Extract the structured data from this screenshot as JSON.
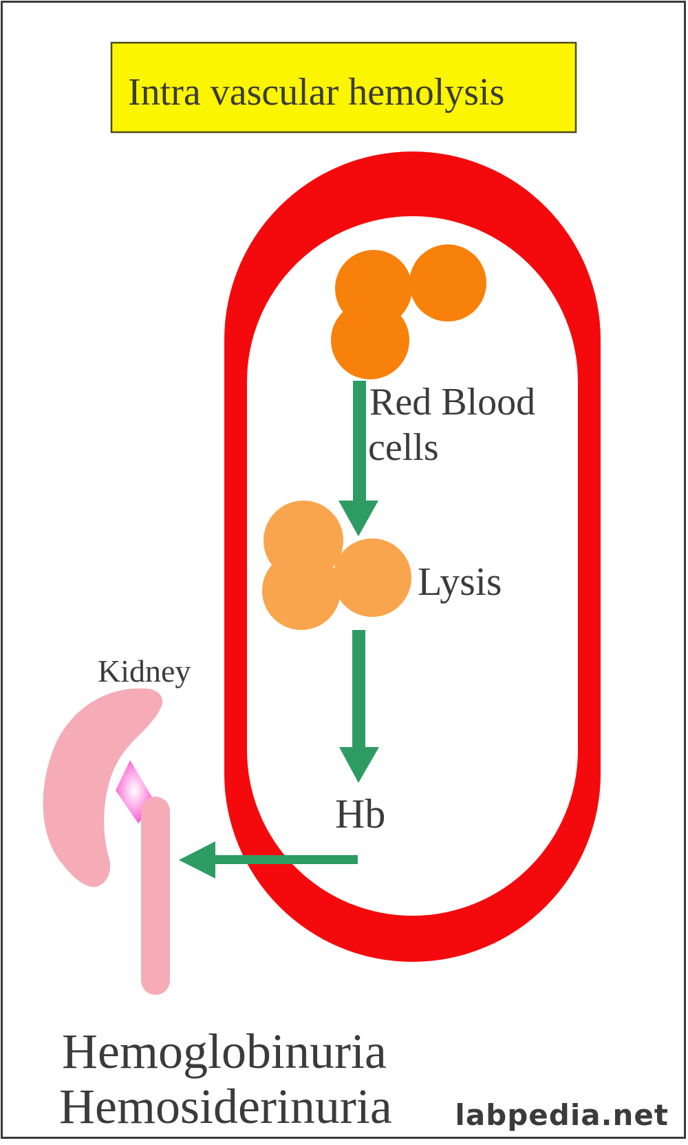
{
  "title": {
    "text": "Intra vascular hemolysis",
    "bg_color": "#FCF500",
    "border_color": "#4B4B22"
  },
  "labels": {
    "red_blood_line1": "Red Blood",
    "red_blood_line2": "cells",
    "lysis": "Lysis",
    "kidney": "Kidney",
    "hb": "Hb",
    "outcome_line1": "Hemoglobinuria",
    "outcome_line2": "Hemosiderinuria"
  },
  "watermark": {
    "text": "labpedia.net"
  },
  "colors": {
    "background": "#FFFFFF",
    "frame_border": "#3B3B3B",
    "vessel_red": "#F40A0D",
    "rbc_orange": "#F8810B",
    "lysed_orange": "#F9A54D",
    "arrow_green": "#2E9B63",
    "kidney_pink": "#F5ACB6",
    "hilum_core": "#FFFFFF",
    "hilum_mid": "#FFAEE9",
    "hilum_edge": "#E818BE",
    "text_dark": "#3B3B3B"
  }
}
